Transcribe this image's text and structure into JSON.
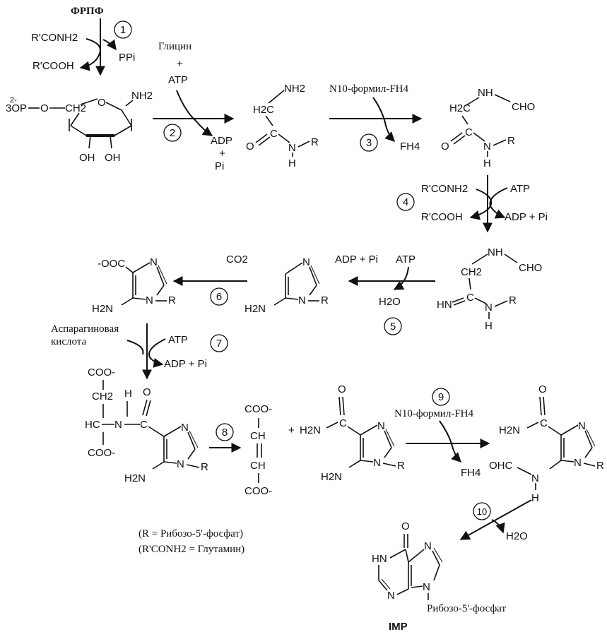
{
  "reagents": {
    "frpf": "ФРПФ",
    "rconh2": "R'CONH2",
    "rcooh": "R'COOH",
    "ppi": "PPi",
    "glycine": "Глицин",
    "plus": "+",
    "atp": "ATP",
    "adp": "ADP",
    "pi": "Pi",
    "adp_pi": "ADP + Pi",
    "n10": "N10-формил-FH4",
    "fh4": "FH4",
    "h2o": "H2O",
    "co2": "CO2",
    "asp1": "Аспарагиновая",
    "asp2": "кислота"
  },
  "steps": [
    "1",
    "2",
    "3",
    "4",
    "5",
    "6",
    "7",
    "8",
    "9",
    "10"
  ],
  "atoms": {
    "o3p": "3OP",
    "o": "O",
    "ch2": "CH2",
    "nh2": "NH2",
    "h2n": "H2N",
    "oh": "OH",
    "h2c": "H2C",
    "c": "C",
    "n": "N",
    "nh": "NH",
    "h": "H",
    "r": "R",
    "cho": "CHO",
    "ohc": "OHC",
    "hn": "HN",
    "ooc": "-OOC",
    "coo": "COO-",
    "hc": "HC",
    "ch": "CH"
  },
  "legend": {
    "r_def": "(R = Рибозо-5'-фосфат)",
    "rconh2_def": "(R'CONH2 = Глутамин)"
  },
  "imp": {
    "ribose": "Рибозо-5'-фосфат",
    "label": "IMP"
  }
}
